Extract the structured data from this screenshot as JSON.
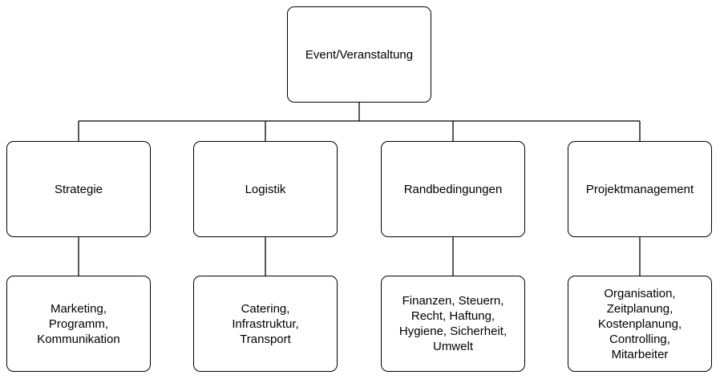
{
  "diagram": {
    "root": {
      "label": "Event/Veranstaltung"
    },
    "categories": [
      {
        "label": "Strategie",
        "details": "Marketing,\nProgramm,\nKommunikation"
      },
      {
        "label": "Logistik",
        "details": "Catering,\nInfrastruktur,\nTransport"
      },
      {
        "label": "Randbedingungen",
        "details": "Finanzen, Steuern,\nRecht, Haftung,\nHygiene, Sicherheit,\nUmwelt"
      },
      {
        "label": "Projektmanagement",
        "details": "Organisation,\nZeitplanung,\nKostenplanung,\nControlling,\nMitarbeiter"
      }
    ]
  }
}
